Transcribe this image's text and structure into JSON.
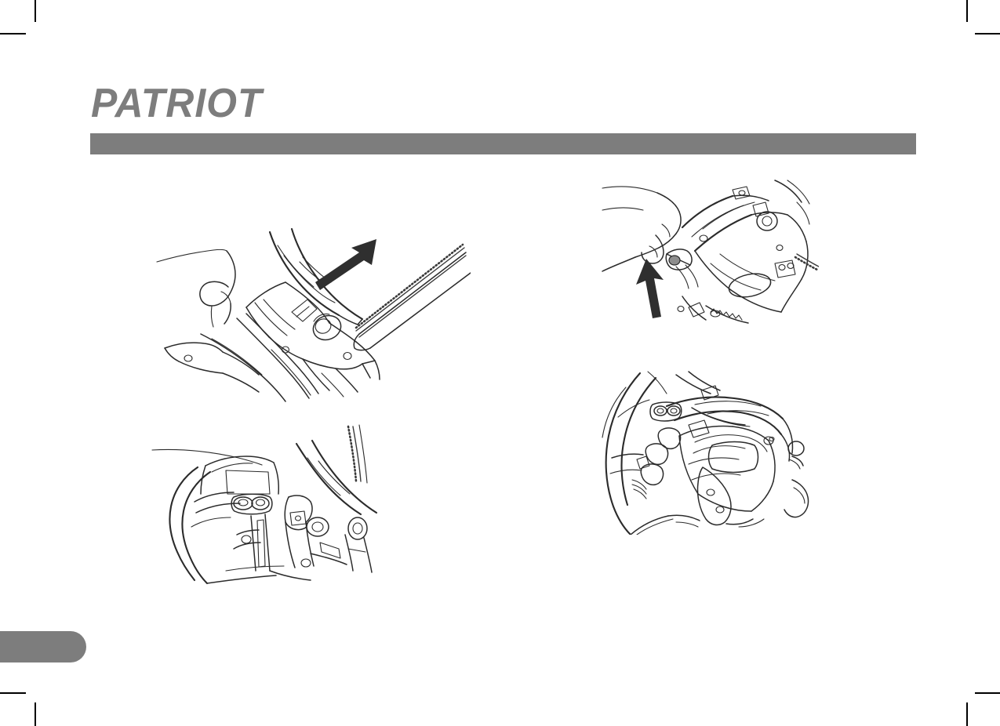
{
  "document": {
    "type": "product-manual-page",
    "brand": "PATRIOT",
    "header_bar_text": "",
    "page_number": "",
    "background_color": "#ffffff",
    "brand_color": "#7d7d7d",
    "line_art_color": "#2b2b2b"
  },
  "header": {
    "logo_text": "PATRIOT",
    "bar_text": ""
  },
  "page_tab": {
    "label": ""
  },
  "figures": [
    {
      "id": "figure-1",
      "position": "top-left",
      "caption": "",
      "description": "Chainsaw front handle and chain brake lever shown from the operator side with guide bar and saw chain extending to the right",
      "annotation_arrow": {
        "present": true,
        "direction": "up-right",
        "meaning": "push chain brake lever forward"
      }
    },
    {
      "id": "figure-2",
      "position": "bottom-left",
      "caption": "",
      "description": "Close-up of chainsaw front handguard, top cover and chain brake lever in released position",
      "annotation_arrow": {
        "present": false,
        "direction": "",
        "meaning": ""
      }
    },
    {
      "id": "figure-3",
      "position": "top-right",
      "caption": "",
      "description": "Operator hand gripping the chainsaw rear handle with throttle trigger, viewed from below",
      "annotation_arrow": {
        "present": true,
        "direction": "up",
        "meaning": "pull throttle trigger upward"
      }
    },
    {
      "id": "figure-4",
      "position": "bottom-right",
      "caption": "",
      "description": "Top view of chainsaw engine housing, handlebar and control levers",
      "annotation_arrow": {
        "present": false,
        "direction": "",
        "meaning": ""
      }
    }
  ],
  "crop_marks": {
    "present": true,
    "corners": [
      "top-left",
      "top-right",
      "bottom-left",
      "bottom-right"
    ]
  }
}
